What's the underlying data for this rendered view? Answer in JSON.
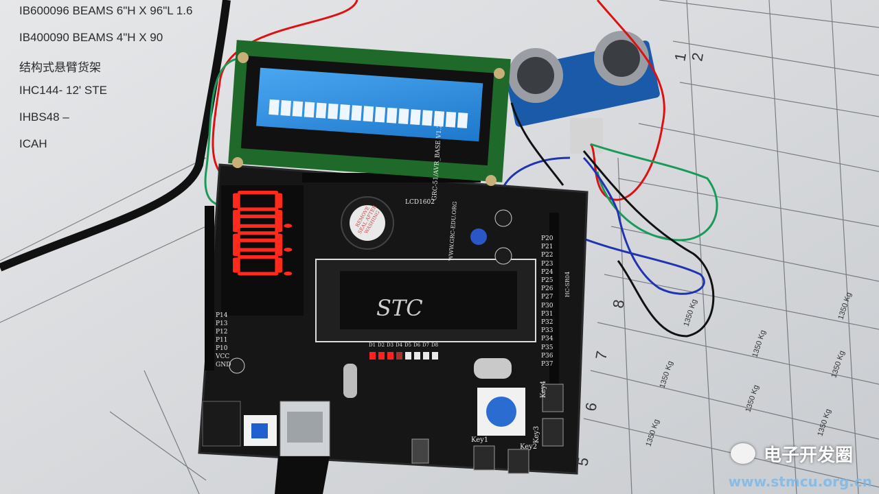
{
  "paper_lines": [
    "IB600096 BEAMS 6\"H X 96\"L 1.6",
    "IB400090 BEAMS 4\"H X 90",
    "结构式悬臂货架",
    "IHC144- 12' STE",
    "IHBS48 –",
    "ICAH"
  ],
  "blueprint_numbers": [
    "2",
    "1",
    "8",
    "7",
    "6",
    "5"
  ],
  "blueprint_labels": [
    "1350 Kg",
    "1350 Kg",
    "1350 Kg",
    "1350 Kg",
    "1350 Kg",
    "1350 Kg",
    "1350 Kg",
    "1350 Kg"
  ],
  "board": {
    "chip_label": "STC",
    "silk_version": "GRC-51/AVR_BASE V1.2",
    "silk_web": "WWW.GRC-EDU.ORG",
    "silk_lcd": "LCD1602",
    "buzzer_text": "REMOVE SEAL AFTER WASHING",
    "key_labels": [
      "Key1",
      "Key2",
      "Key3",
      "Key4"
    ],
    "pin_labels": [
      "P20",
      "P21",
      "P22",
      "P23",
      "P24",
      "P25",
      "P26",
      "P27",
      "P30",
      "P31",
      "P32",
      "P33",
      "P34",
      "P35",
      "P36",
      "P37"
    ],
    "left_pins": [
      "P14",
      "P13",
      "P12",
      "P11",
      "P10",
      "VCC",
      "GND"
    ],
    "led_labels": [
      "D1",
      "D2",
      "D3",
      "D4",
      "D5",
      "D6",
      "D7",
      "D8"
    ],
    "sensor_label": "HC-SR04"
  },
  "seven_segment_display": "8.8.8.",
  "lcd": {
    "blocks": 17,
    "backlight_color": "#2f8fe6"
  },
  "watermark": {
    "title": "电子开发圈",
    "url": "www.stmcu.org.cn"
  }
}
